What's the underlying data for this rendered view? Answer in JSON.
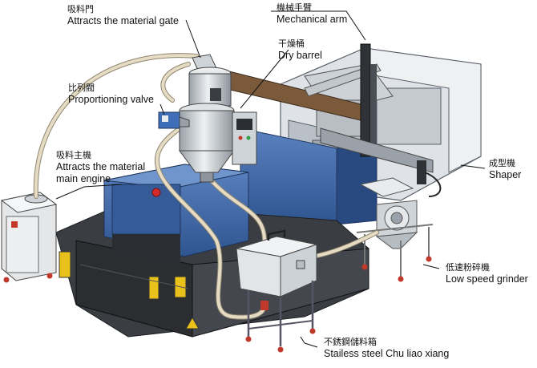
{
  "labels": {
    "gate": {
      "zh": "吸料門",
      "en": "Attracts the material gate"
    },
    "arm": {
      "zh": "機械手臂",
      "en": "Mechanical arm"
    },
    "dryer": {
      "zh": "干燥桶",
      "en": "Dry barrel"
    },
    "valve": {
      "zh": "比列閥",
      "en": "Proportioning valve"
    },
    "loader": {
      "zh": "吸料主機",
      "en_line1": "Attracts the material",
      "en_line2": "main engine"
    },
    "shaper": {
      "zh": "成型機",
      "en": "Shaper"
    },
    "grinder": {
      "zh": "低速粉碎機",
      "en": "Low speed grinder"
    },
    "tank": {
      "zh": "不銹鋼儲料箱",
      "en": "Stailess steel Chu liao xiang"
    }
  },
  "colors": {
    "frame_dark": "#2e3136",
    "frame_mid": "#4a4e55",
    "machine_blue": "#3f68a8",
    "machine_blue_dark": "#2c4c80",
    "light_grey": "#d8dde2",
    "beige": "#e8e2d0",
    "hose": "#e6dcc4",
    "arm_brown": "#7a5a3a"
  }
}
